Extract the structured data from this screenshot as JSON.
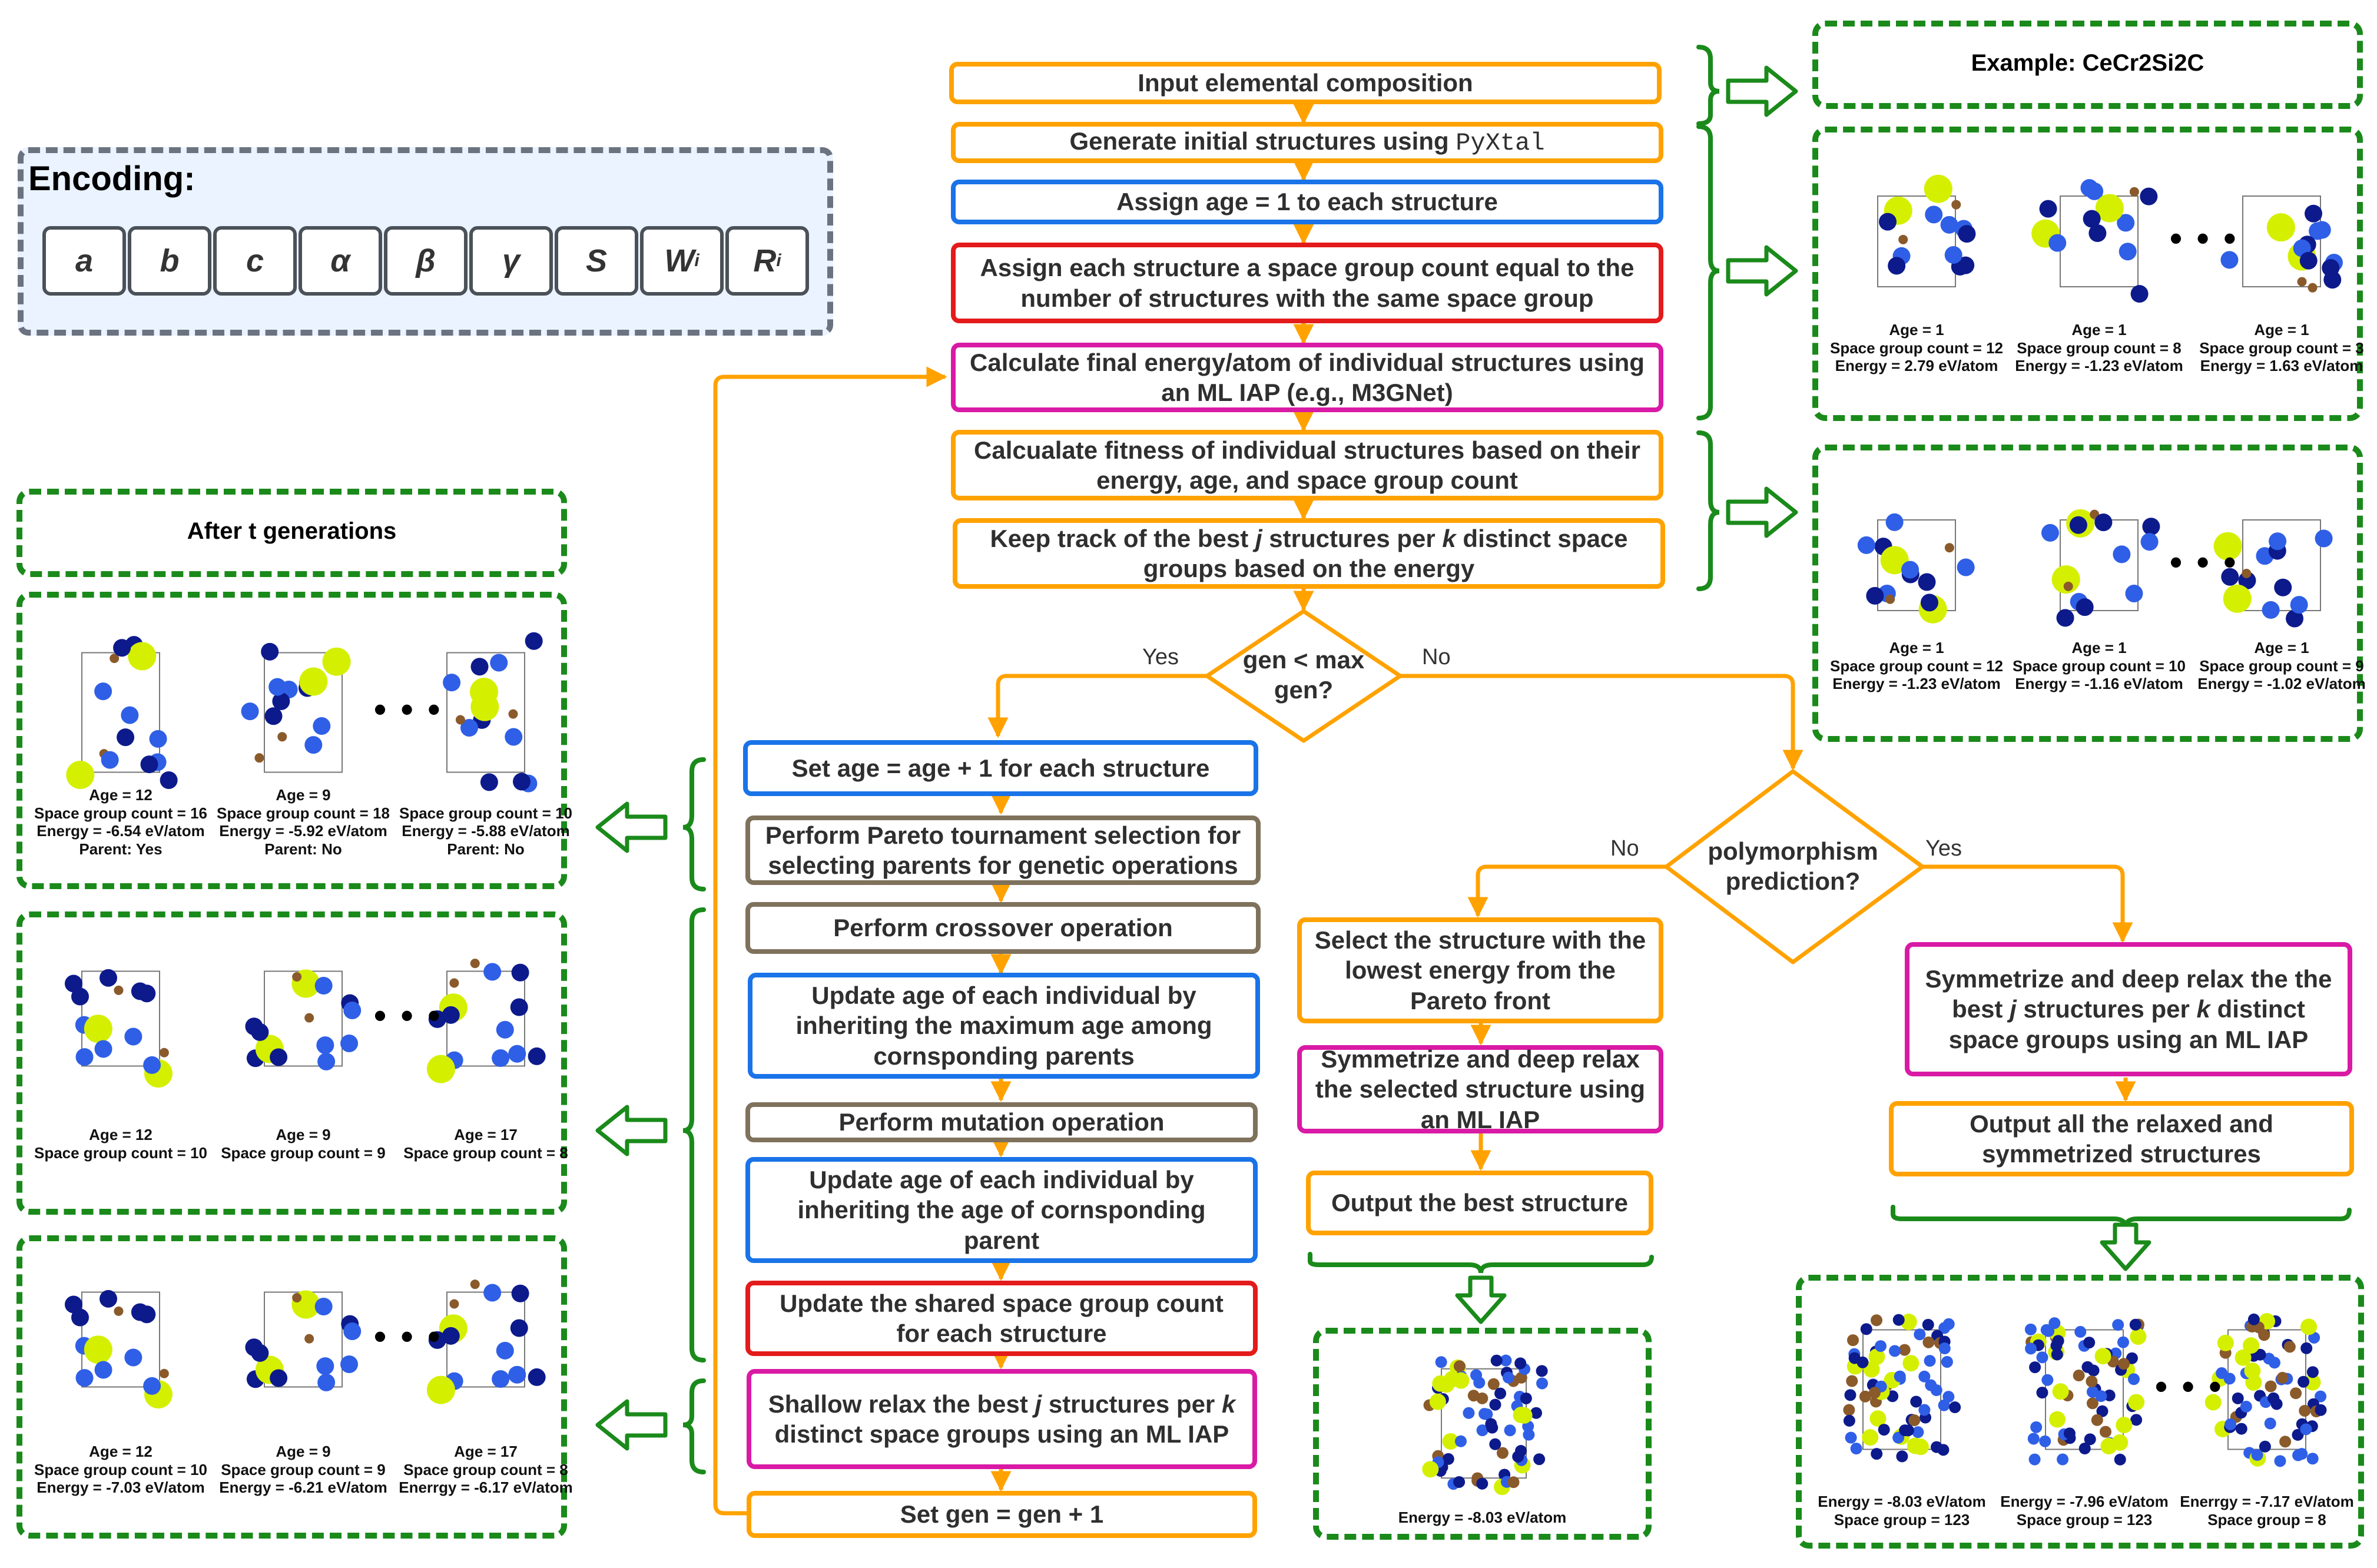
{
  "encoding": {
    "title": "Encoding:",
    "genes": [
      {
        "symbol": "a",
        "sub": ""
      },
      {
        "symbol": "b",
        "sub": ""
      },
      {
        "symbol": "c",
        "sub": ""
      },
      {
        "symbol": "α",
        "sub": ""
      },
      {
        "symbol": "β",
        "sub": ""
      },
      {
        "symbol": "γ",
        "sub": ""
      },
      {
        "symbol": "S",
        "sub": ""
      },
      {
        "symbol": "W",
        "sub": "i"
      },
      {
        "symbol": "R",
        "sub": "i"
      }
    ]
  },
  "flow": {
    "input": "Input elemental composition",
    "generate_prefix": "Generate initial structures using ",
    "generate_tool": "PyXtal",
    "assign_age": "Assign age = 1 to each structure",
    "assign_sg": "Assign each structure a space group count equal to the number of structures with the same space group",
    "calc_energy": "Calculate final energy/atom of individual structures using an ML IAP (e.g., M3GNet)",
    "calc_fitness": "Calcualate fitness of individual structures based on their energy, age, and space group count",
    "keep_track_1": "Keep track of the best ",
    "keep_track_j": "j",
    "keep_track_2": " structures per ",
    "keep_track_k": "k",
    "keep_track_3": " distinct space groups based on the energy",
    "decision_gen": "gen < max gen?",
    "decision_gen_yes": "Yes",
    "decision_gen_no": "No",
    "set_age": "Set age = age + 1 for each structure",
    "pareto": "Perform Pareto tournament selection for selecting parents for genetic operations",
    "crossover": "Perform crossover operation",
    "update_age_max": "Update age of each individual by inheriting the maximum age among cornsponding parents",
    "mutation": "Perform mutation operation",
    "update_age_parent": "Update age of each individual by inheriting the age of cornsponding parent",
    "update_sg": "Update the shared space group count for each structure",
    "shallow_1": "Shallow relax the best ",
    "shallow_j": "j",
    "shallow_2": " structures per ",
    "shallow_k": "k",
    "shallow_3": " distinct space groups using an ML IAP",
    "set_gen": "Set gen = gen + 1",
    "decision_poly": "polymorphism prediction?",
    "decision_poly_no": "No",
    "decision_poly_yes": "Yes",
    "select_lowest": "Select the structure with the lowest energy from the Pareto front",
    "sym_selected": "Symmetrize and deep relax the selected structure using an ML IAP",
    "output_best": "Output the best structure",
    "sym_best_1": "Symmetrize and deep relax the the best ",
    "sym_best_j": "j",
    "sym_best_2": " structures per ",
    "sym_best_k": "k",
    "sym_best_3": " distinct space groups  using an ML IAP",
    "output_all": "Output all the relaxed and symmetrized structures"
  },
  "right_panels": {
    "example_title": "Example: CeCr2Si2C",
    "initial": [
      {
        "lines": [
          "Age = 1",
          "Space group count = 12",
          "Energy = 2.79 eV/atom"
        ]
      },
      {
        "lines": [
          "Age = 1",
          "Space group count = 8",
          "Energy = -1.23 eV/atom"
        ]
      },
      {
        "lines": [
          "Age = 1",
          "Space group count = 3",
          "Energy = 1.63 eV/atom"
        ]
      }
    ],
    "tracked": [
      {
        "lines": [
          "Age = 1",
          "Space group count = 12",
          "Energy = -1.23 eV/atom"
        ]
      },
      {
        "lines": [
          "Age = 1",
          "Space group count = 10",
          "Energy = -1.16 eV/atom"
        ]
      },
      {
        "lines": [
          "Age = 1",
          "Space group count = 9",
          "Energy = -1.02 eV/atom"
        ]
      }
    ],
    "final_multi": [
      {
        "lines": [
          "Energy = -8.03 eV/atom",
          "Space group = 123"
        ]
      },
      {
        "lines": [
          "Energy = -7.96 eV/atom",
          "Space group =  123"
        ]
      },
      {
        "lines": [
          "Enerrgy = -7.17 eV/atom",
          "Space group = 8"
        ]
      }
    ]
  },
  "left_panels": {
    "after_title": "After t generations",
    "after": [
      {
        "lines": [
          "Age = 12",
          "Space group count = 16",
          "Energy = -6.54 eV/atom",
          "Parent: Yes"
        ]
      },
      {
        "lines": [
          "Age = 9",
          "Space group count = 18",
          "Energy = -5.92 eV/atom",
          "Parent: No"
        ]
      },
      {
        "lines": [
          "",
          "Space group count = 10",
          "Energy = -5.88 eV/atom",
          "Parent: No"
        ]
      }
    ],
    "offspring": [
      {
        "lines": [
          "Age = 12",
          "Space group count = 10"
        ]
      },
      {
        "lines": [
          "Age = 9",
          "Space group count = 9"
        ]
      },
      {
        "lines": [
          "Age = 17",
          "Space group count = 8"
        ]
      }
    ],
    "relaxed": [
      {
        "lines": [
          "Age = 12",
          "Space group count = 10",
          "Energy = -7.03 eV/atom"
        ]
      },
      {
        "lines": [
          "Age = 9",
          "Space group count = 9",
          "Energy = -6.21 eV/atom"
        ]
      },
      {
        "lines": [
          "Age = 17",
          "Space group count = 8",
          "Enerrgy = -6.17 eV/atom"
        ]
      }
    ]
  },
  "best_single": {
    "energy": "Energy = -8.03 eV/atom"
  },
  "ellipsis": "• • •",
  "colors": {
    "flow_orange": "#ffa200",
    "age_blue": "#1a73e8",
    "space_group_red": "#e31b1b",
    "ml_iap_magenta": "#d91aa5",
    "genetic_brown": "#7f725c",
    "panel_green": "#1a8a1a",
    "encoding_gray": "#6b7280",
    "atom_yellow": "#d4f000",
    "atom_navy": "#0d1a8c",
    "atom_blue": "#2f5fe6",
    "atom_brown": "#8a5a2b"
  }
}
